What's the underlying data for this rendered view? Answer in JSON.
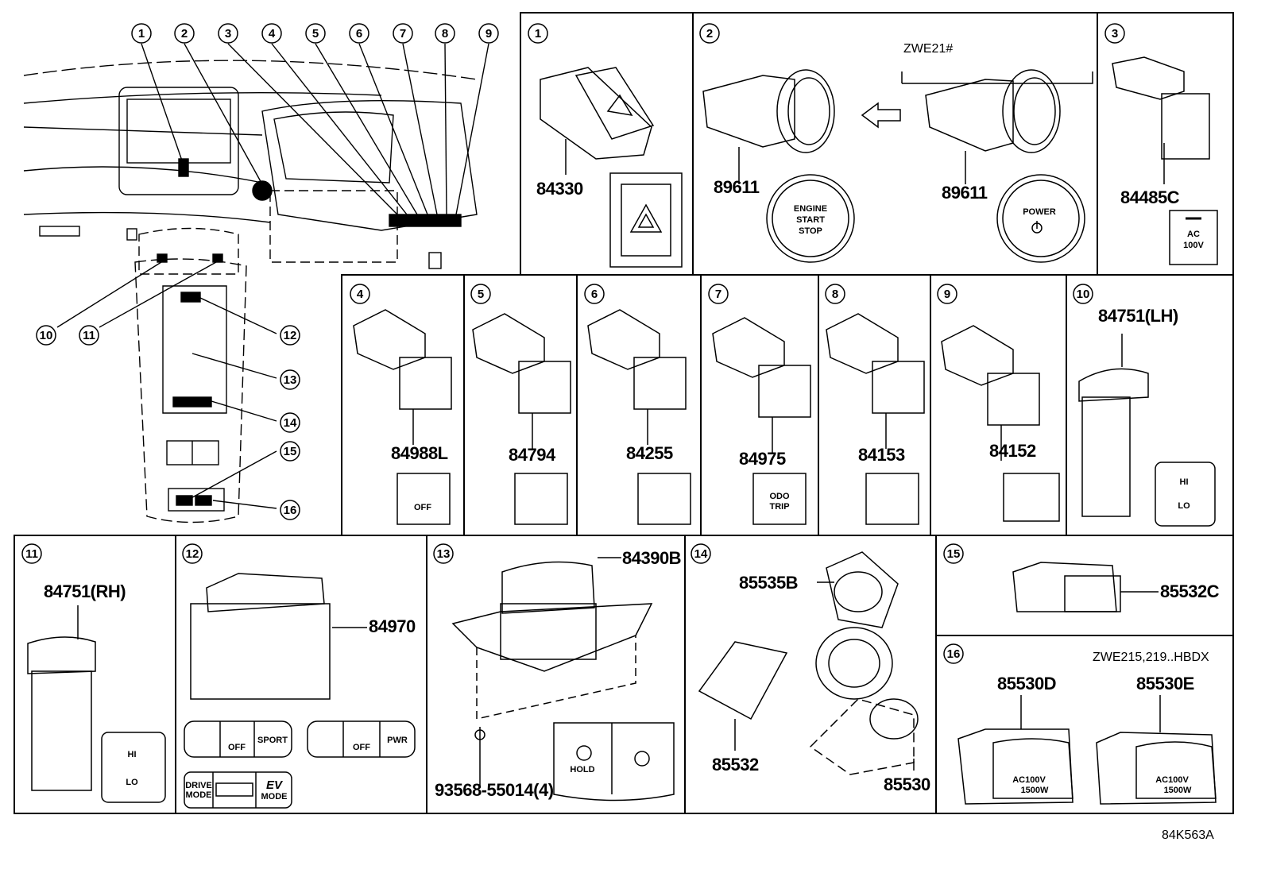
{
  "diagram_ref": "84K563A",
  "overview_callouts": [
    "1",
    "2",
    "3",
    "4",
    "5",
    "6",
    "7",
    "8",
    "9",
    "10",
    "11",
    "12",
    "13",
    "14",
    "15",
    "16"
  ],
  "panels": [
    {
      "no": "1",
      "parts": [
        "84330"
      ]
    },
    {
      "no": "2",
      "parts": [
        "89611",
        "89611"
      ],
      "note": "ZWE21#",
      "labels": {
        "engine_line1": "ENGINE",
        "engine_line2": "START",
        "engine_line3": "STOP",
        "power": "POWER"
      }
    },
    {
      "no": "3",
      "parts": [
        "84485C"
      ],
      "labels": {
        "line1": "AC",
        "line2": "100V"
      }
    },
    {
      "no": "4",
      "parts": [
        "84988L"
      ],
      "labels": {
        "line1": "OFF"
      }
    },
    {
      "no": "5",
      "parts": [
        "84794"
      ]
    },
    {
      "no": "6",
      "parts": [
        "84255"
      ]
    },
    {
      "no": "7",
      "parts": [
        "84975"
      ],
      "labels": {
        "line1": "ODO",
        "line2": "TRIP"
      }
    },
    {
      "no": "8",
      "parts": [
        "84153"
      ]
    },
    {
      "no": "9",
      "parts": [
        "84152"
      ]
    },
    {
      "no": "10",
      "parts": [
        "84751(LH)"
      ],
      "labels": {
        "hi": "HI",
        "lo": "LO"
      }
    },
    {
      "no": "11",
      "parts": [
        "84751(RH)"
      ],
      "labels": {
        "hi": "HI",
        "lo": "LO"
      }
    },
    {
      "no": "12",
      "parts": [
        "84970"
      ],
      "labels": {
        "off": "OFF",
        "sport": "SPORT",
        "pwr": "PWR",
        "drive_mode_1": "DRIVE",
        "drive_mode_2": "MODE",
        "ev_1": "EV",
        "ev_2": "MODE"
      }
    },
    {
      "no": "13",
      "parts": [
        "84390B",
        "93568-55014(4)"
      ],
      "labels": {
        "hold": "HOLD"
      }
    },
    {
      "no": "14",
      "parts": [
        "85535B",
        "85532",
        "85530"
      ]
    },
    {
      "no": "15",
      "parts": [
        "85532C"
      ]
    },
    {
      "no": "16",
      "parts": [
        "85530D",
        "85530E"
      ],
      "note": "ZWE215,219..HBDX",
      "labels": {
        "ac": "AC100V",
        "watts": "1500W"
      }
    }
  ],
  "icons": {
    "hazard": "hazard-triangle-icon",
    "power": "power-symbol-icon",
    "seat_heater": "seat-heater-icon",
    "wiper": "wiper-icon",
    "steering_heater": "steering-heater-icon",
    "headlight": "headlight-leveling-icon",
    "parking_brake": "parking-brake-icon",
    "vsc_off": "vsc-off-icon"
  }
}
